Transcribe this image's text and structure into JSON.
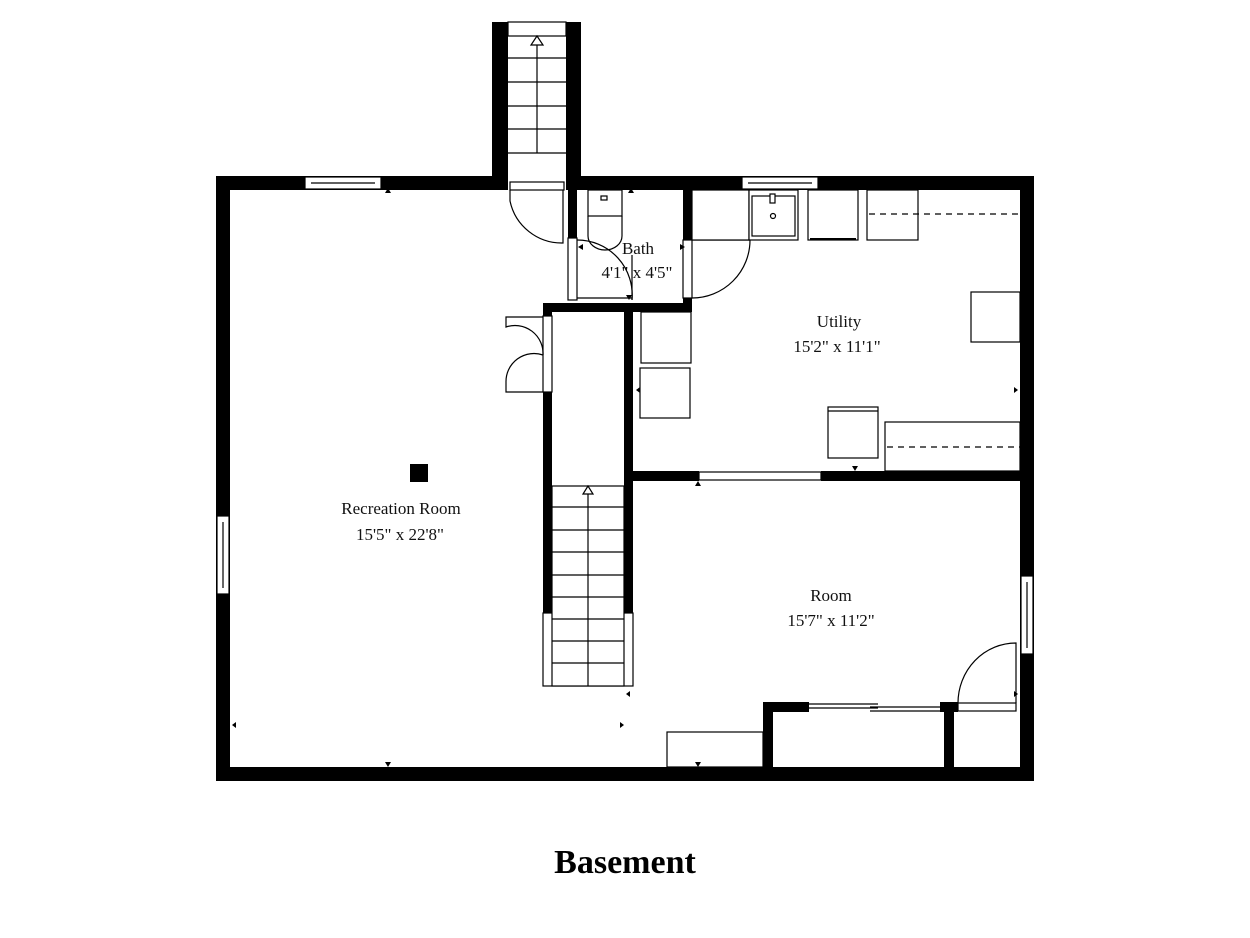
{
  "plan": {
    "title": "Basement",
    "rooms": [
      {
        "name": "Recreation Room",
        "dimensions": "15'5\" x 22'8\""
      },
      {
        "name": "Bath",
        "dimensions": "4'1\" x 4'5\""
      },
      {
        "name": "Utility",
        "dimensions": "15'2\" x 11'1\""
      },
      {
        "name": "Room",
        "dimensions": "15'7\" x 11'2\""
      }
    ]
  },
  "icons": {
    "stairs_up": "stairs-up-arrow",
    "toilet": "toilet",
    "sink": "utility-sink",
    "column": "support-column"
  },
  "colors": {
    "wall": "#000000",
    "background": "#ffffff",
    "text": "#111111"
  }
}
